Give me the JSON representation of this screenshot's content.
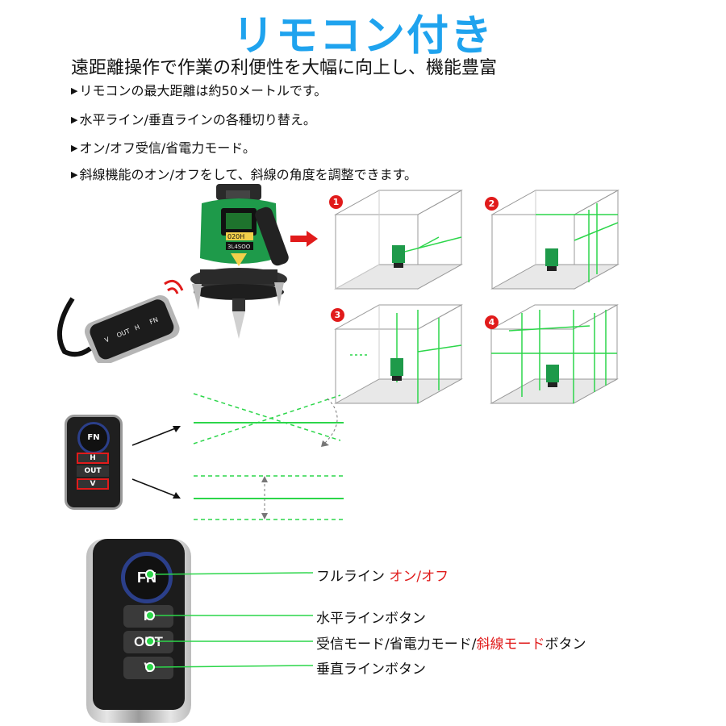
{
  "header": {
    "title": "リモコン付き",
    "subtitle": "遠距離操作で作業の利便性を大幅に向上し、機能豊富"
  },
  "bullets": [
    "リモコンの最大距離は約50メートルです。",
    "水平ライン/垂直ラインの各種切り替え。",
    "オン/オフ受信/省電力モード。",
    "斜線機能のオン/オフをして、斜線の角度を調整できます。"
  ],
  "device": {
    "label_top": "020H",
    "label_bottom": "3L4SOO"
  },
  "top_remote": {
    "fn": "FN",
    "h": "H",
    "out": "OUT",
    "v": "V"
  },
  "modes": [
    {
      "number": "1"
    },
    {
      "number": "2"
    },
    {
      "number": "3"
    },
    {
      "number": "4"
    }
  ],
  "small_remote": {
    "fn": "FN",
    "h": "H",
    "out": "OUT",
    "v": "V"
  },
  "big_remote": {
    "fn": "FN",
    "h": "H",
    "out": "OUT",
    "v": "V"
  },
  "descriptions": {
    "fn_plain": "フルライン ",
    "fn_red": "オン/オフ",
    "h": "水平ラインボタン",
    "out_plain1": "受信モード/省電力モード/",
    "out_red": "斜線モード",
    "out_plain2": "ボタン",
    "v": "垂直ラインボタン"
  },
  "colors": {
    "title": "#1fa3ee",
    "laser": "#2cd64a",
    "highlight": "#e01b1b",
    "device_body": "#1e9a4a"
  }
}
